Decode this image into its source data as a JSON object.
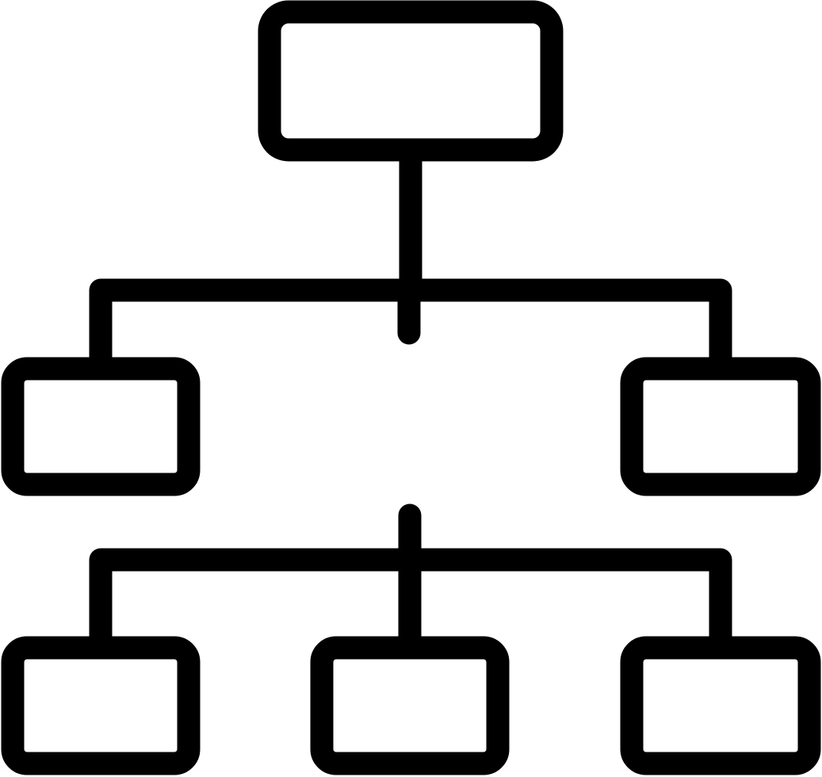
{
  "icon": {
    "name": "hierarchy-org-chart-icon",
    "stroke_color": "#000000",
    "fill_color": "#ffffff",
    "background": "#ffffff",
    "style": "hand-drawn outline",
    "levels": [
      {
        "level": 1,
        "node_count": 1
      },
      {
        "level": 2,
        "node_count": 2
      },
      {
        "level": 3,
        "node_count": 3
      }
    ],
    "nodes": [
      {
        "id": "root"
      },
      {
        "id": "level2-left"
      },
      {
        "id": "level2-right"
      },
      {
        "id": "level3-left"
      },
      {
        "id": "level3-center"
      },
      {
        "id": "level3-right"
      }
    ],
    "edges": [
      {
        "from": "root",
        "to": "level2-left"
      },
      {
        "from": "root",
        "to": "level2-right"
      },
      {
        "from": "level2-bus",
        "to": "level3-left"
      },
      {
        "from": "level2-bus",
        "to": "level3-center"
      },
      {
        "from": "level2-bus",
        "to": "level3-right"
      }
    ]
  }
}
